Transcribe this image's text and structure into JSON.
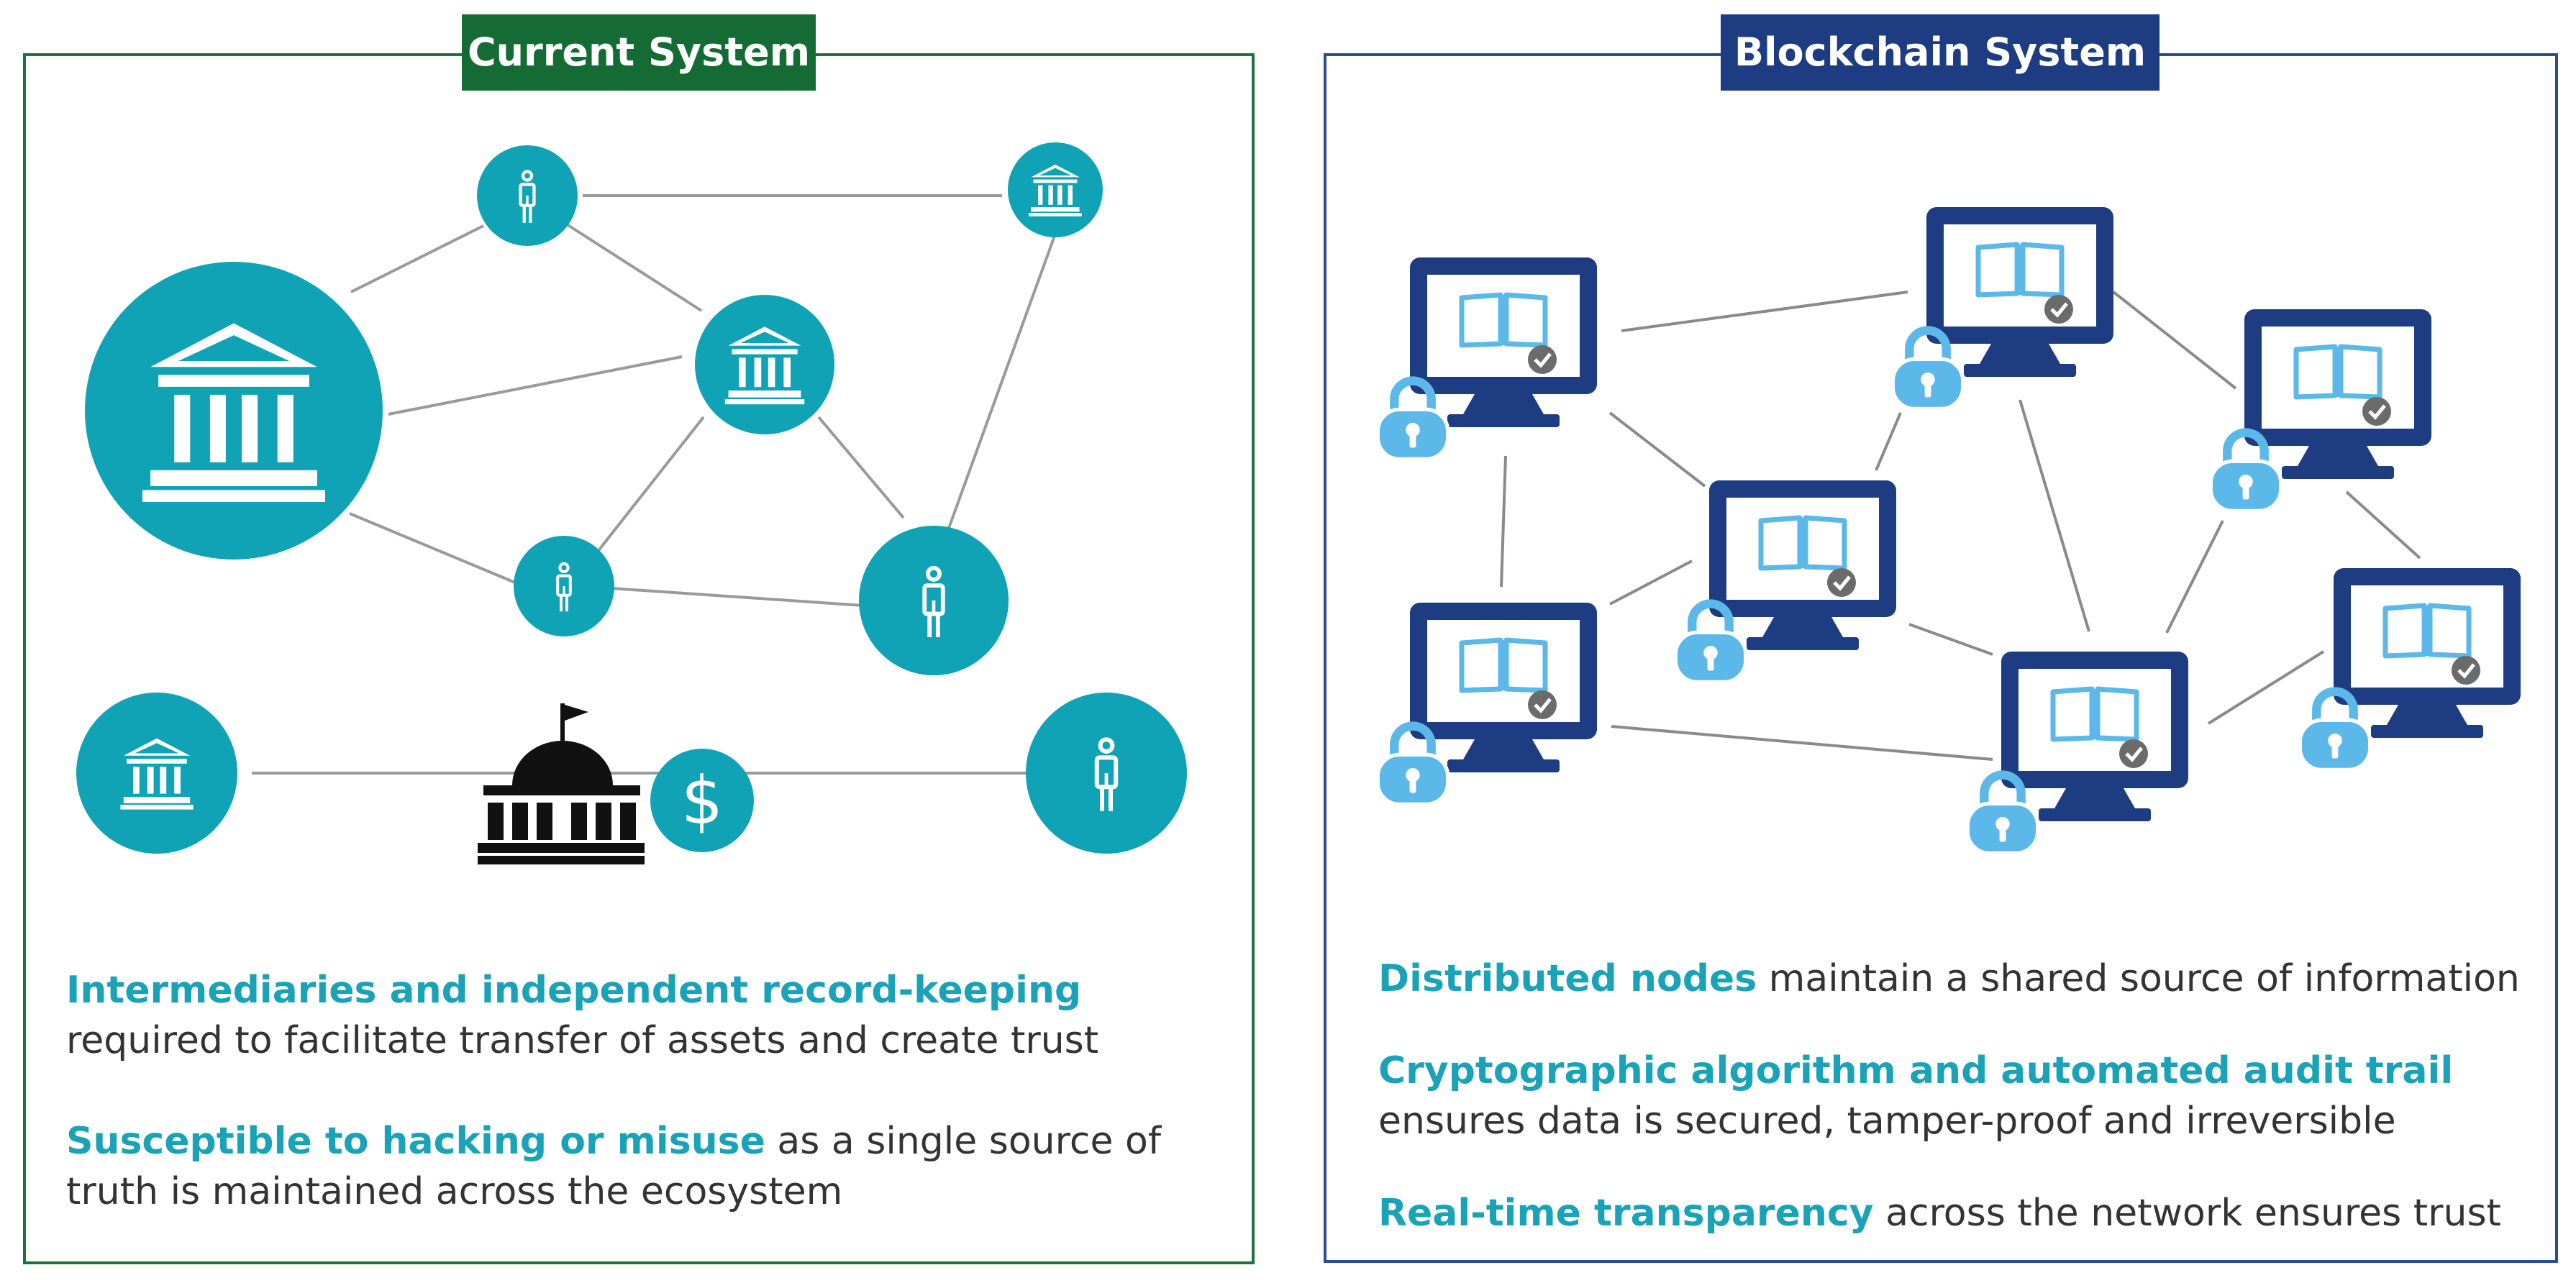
{
  "current_system": {
    "title": "Current System",
    "points": [
      {
        "highlight": "Intermediaries and independent record-keeping",
        "text": "required to facilitate transfer of assets and create trust"
      },
      {
        "highlight": "Susceptible to hacking or misuse",
        "text": " as a single source of truth is maintained across the ecosystem"
      }
    ],
    "icons": [
      "bank-icon",
      "person-icon",
      "government-building-icon",
      "dollar-icon"
    ]
  },
  "blockchain_system": {
    "title": "Blockchain System",
    "points": [
      {
        "highlight": "Distributed nodes",
        "text": " maintain a shared source of information"
      },
      {
        "highlight": "Cryptographic algorithm and automated audit trail",
        "text": "ensures data is secured, tamper-proof and irreversible"
      },
      {
        "highlight": "Real-time transparency",
        "text": " across the network ensures trust"
      }
    ],
    "icons": [
      "monitor-ledger-icon",
      "padlock-icon",
      "checkmark-icon"
    ]
  },
  "colors": {
    "teal": "#0fa3b5",
    "green_frame": "#1c7340",
    "navy_frame": "#2b4a9a",
    "monitor_navy": "#1d3c82",
    "lock_blue": "#5bb8e8"
  }
}
